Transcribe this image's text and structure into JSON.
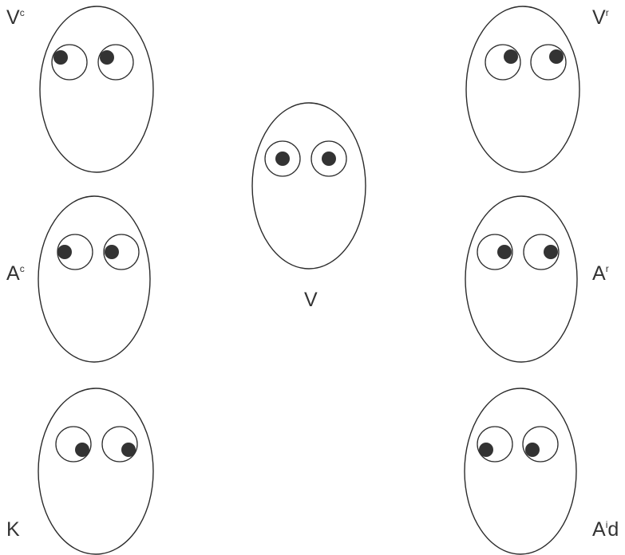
{
  "faces": [
    {
      "id": "top-left",
      "label": "V",
      "sup": "c",
      "suffix": "",
      "gaze": "up-left"
    },
    {
      "id": "middle-left",
      "label": "A",
      "sup": "c",
      "suffix": "",
      "gaze": "left"
    },
    {
      "id": "bottom-left",
      "label": "K",
      "sup": "",
      "suffix": "",
      "gaze": "down-right"
    },
    {
      "id": "center",
      "label": "V",
      "sup": "",
      "suffix": "",
      "gaze": "center"
    },
    {
      "id": "top-right",
      "label": "V",
      "sup": "r",
      "suffix": "",
      "gaze": "up-right"
    },
    {
      "id": "middle-right",
      "label": "A",
      "sup": "r",
      "suffix": "",
      "gaze": "right"
    },
    {
      "id": "bottom-right",
      "label": "A",
      "sup": "i",
      "suffix": "d",
      "gaze": "down-left"
    }
  ]
}
